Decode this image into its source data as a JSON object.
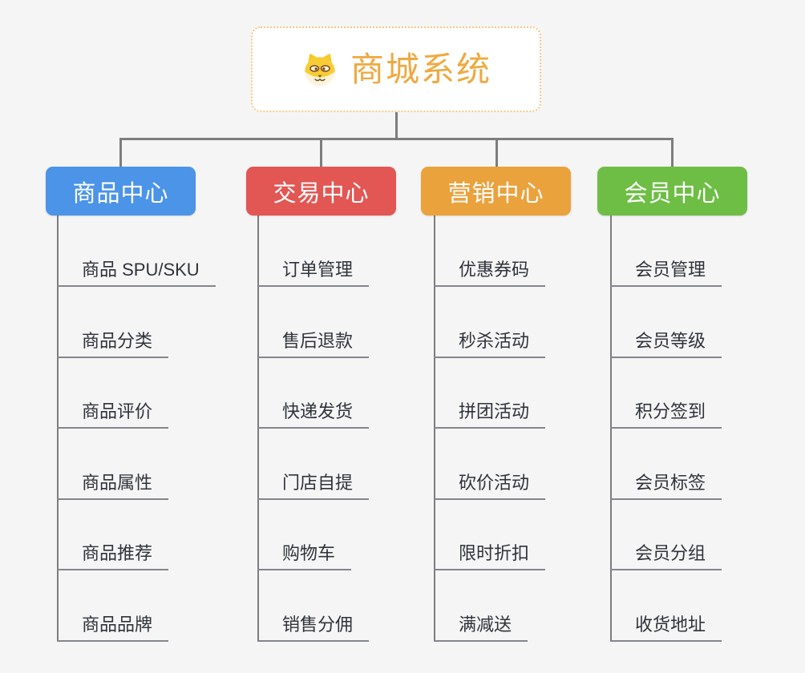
{
  "page": {
    "background_color": "#f5f5f6",
    "connector_color": "#7d7d7d"
  },
  "root": {
    "title": "商城系统",
    "icon": "dog-face-icon",
    "text_color": "#efa93f",
    "border_color": "#f5c87e"
  },
  "branches": [
    {
      "label": "商品中心",
      "color": "#4b94e8",
      "children": [
        "商品 SPU/SKU",
        "商品分类",
        "商品评价",
        "商品属性",
        "商品推荐",
        "商品品牌"
      ]
    },
    {
      "label": "交易中心",
      "color": "#e25754",
      "children": [
        "订单管理",
        "售后退款",
        "快递发货",
        "门店自提",
        "购物车",
        "销售分佣"
      ]
    },
    {
      "label": "营销中心",
      "color": "#eaa23d",
      "children": [
        "优惠券码",
        "秒杀活动",
        "拼团活动",
        "砍价活动",
        "限时折扣",
        "满减送"
      ]
    },
    {
      "label": "会员中心",
      "color": "#6ebe45",
      "children": [
        "会员管理",
        "会员等级",
        "积分签到",
        "会员标签",
        "会员分组",
        "收货地址"
      ]
    }
  ]
}
